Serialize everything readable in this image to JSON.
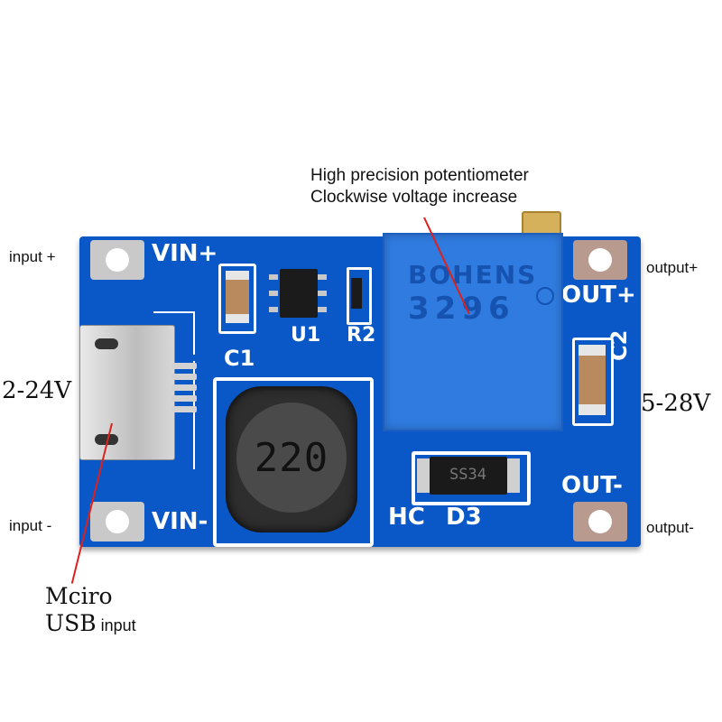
{
  "annotations": {
    "pot_line1": "High precision potentiometer",
    "pot_line2": "Clockwise voltage increase",
    "input_plus": "input +",
    "input_minus": "input -",
    "input_voltage": "2-24V",
    "output_plus": "output+",
    "output_minus": "output-",
    "output_voltage": "5-28V",
    "usb_line1": "Mciro",
    "usb_line2_a": "USB",
    "usb_line2_b": " input"
  },
  "silkscreen": {
    "vin_plus": "VIN+",
    "vin_minus": "VIN-",
    "out_plus": "OUT+",
    "out_minus": "OUT-",
    "c1": "C1",
    "c2": "C2",
    "u1": "U1",
    "r2": "R2",
    "hc": "HC",
    "d3": "D3"
  },
  "components": {
    "inductor_marking": "220",
    "pot_brand": "BOHENS",
    "pot_model": "3296",
    "diode_marking": "SS34"
  },
  "colors": {
    "board": "#0a58c8",
    "leader_line": "#e0201a",
    "potentiometer": "#2f7be0"
  }
}
